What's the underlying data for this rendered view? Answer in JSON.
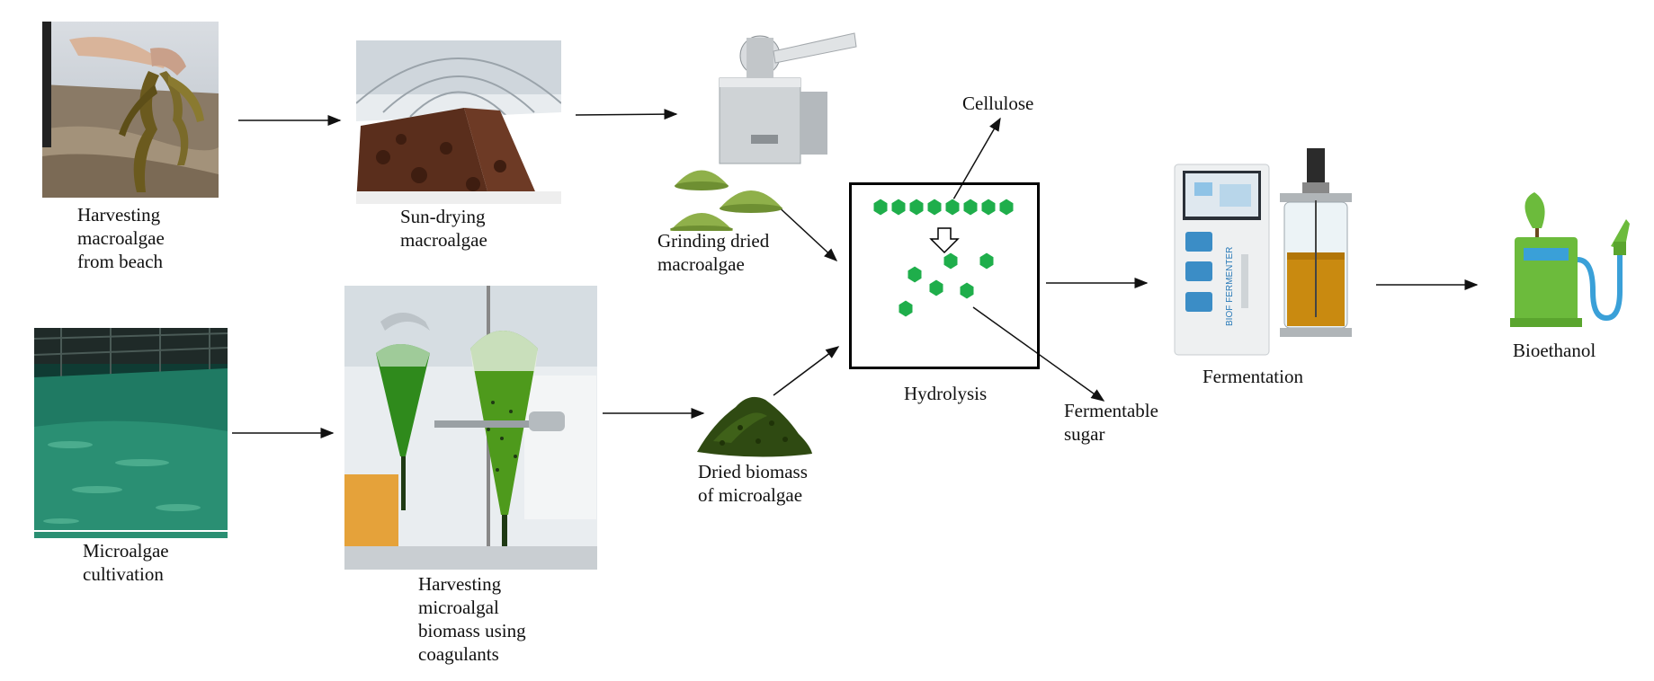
{
  "labels": {
    "harvest_macro": "Harvesting\nmacroalgae\nfrom beach",
    "sun_drying": "Sun-drying\nmacroalgae",
    "grinding": "Grinding dried\nmacroalgae",
    "cellulose": "Cellulose",
    "hydrolysis": "Hydrolysis",
    "fermentable_sugar": "Fermentable\nsugar",
    "fermentation": "Fermentation",
    "bioethanol": "Bioethanol",
    "micro_cultivation": "Microalgae\ncultivation",
    "harvest_micro": "Harvesting\nmicroalgal\nbiomass using\ncoagulants",
    "dried_biomass": "Dried biomass\nof microalgae",
    "fermenter_brand": "BIOF FERMENTER"
  },
  "colors": {
    "hexagon": "#1fae4b",
    "seaweed": "#6b5a1e",
    "algae_green": "#4e9a1c",
    "pump_green": "#6cbb3c",
    "pump_blue": "#3aa0d8"
  },
  "icons": {
    "macro_harvest": "seaweed-harvest-photo",
    "drying": "greenhouse-drying-photo",
    "grinder": "grinder-machine-icon",
    "cultivation": "cultivation-pond-photo",
    "separatory": "separatory-funnel-photo",
    "powder": "powder-pile-icon",
    "fermenter": "fermenter-icon",
    "pump": "fuel-pump-icon"
  }
}
